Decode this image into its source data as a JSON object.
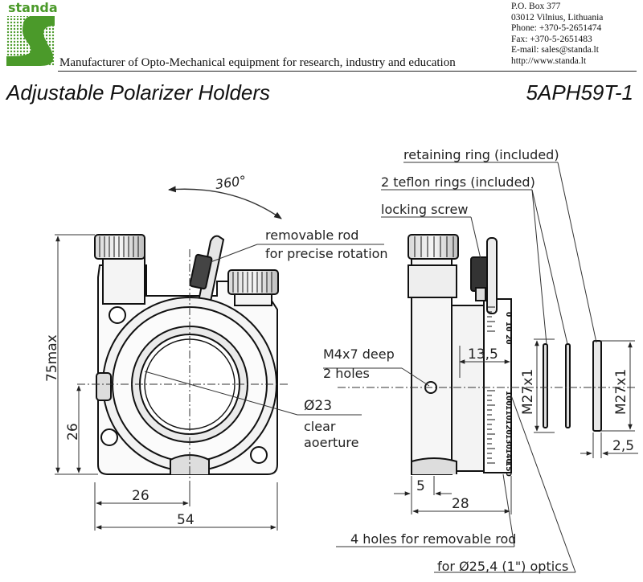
{
  "header": {
    "logo_text": "standa",
    "tagline": "Manufacturer of Opto-Mechanical equipment for research, industry and education",
    "contact": [
      "P.O. Box 377",
      "03012 Vilnius, Lithuania",
      "Phone: +370-5-2651474",
      "Fax: +370-5-2651483",
      "E-mail: sales@standa.lt",
      "http://www.standa.lt"
    ]
  },
  "title": "Adjustable Polarizer Holders",
  "model": "5APH59T-1",
  "annotations": {
    "rotation": "360°",
    "removable_rod_1": "removable rod",
    "removable_rod_2": "for precise rotation",
    "retaining_ring": "retaining ring (included)",
    "teflon_rings": "2 teflon rings (included)",
    "locking_screw": "locking screw",
    "m4_1": "M4x7 deep",
    "m4_2": "2 holes",
    "aperture_dia": "Ø23",
    "clear_1": "clear",
    "clear_2": "aoerture",
    "holes_rod": "4 holes for removable rod",
    "optics": "for Ø25,4 (1\") optics"
  },
  "dimensions": {
    "height_max": "75max",
    "h26": "26",
    "w26": "26",
    "w54": "54",
    "d13_5": "13,5",
    "m27_a": "M27x1",
    "m27_b": "M27x1",
    "d2_5": "2,5",
    "d5": "5",
    "d28": "28"
  },
  "scale_ticks": [
    "0",
    "10",
    "20",
    "100",
    "110",
    "120",
    "130",
    "140",
    "150"
  ]
}
